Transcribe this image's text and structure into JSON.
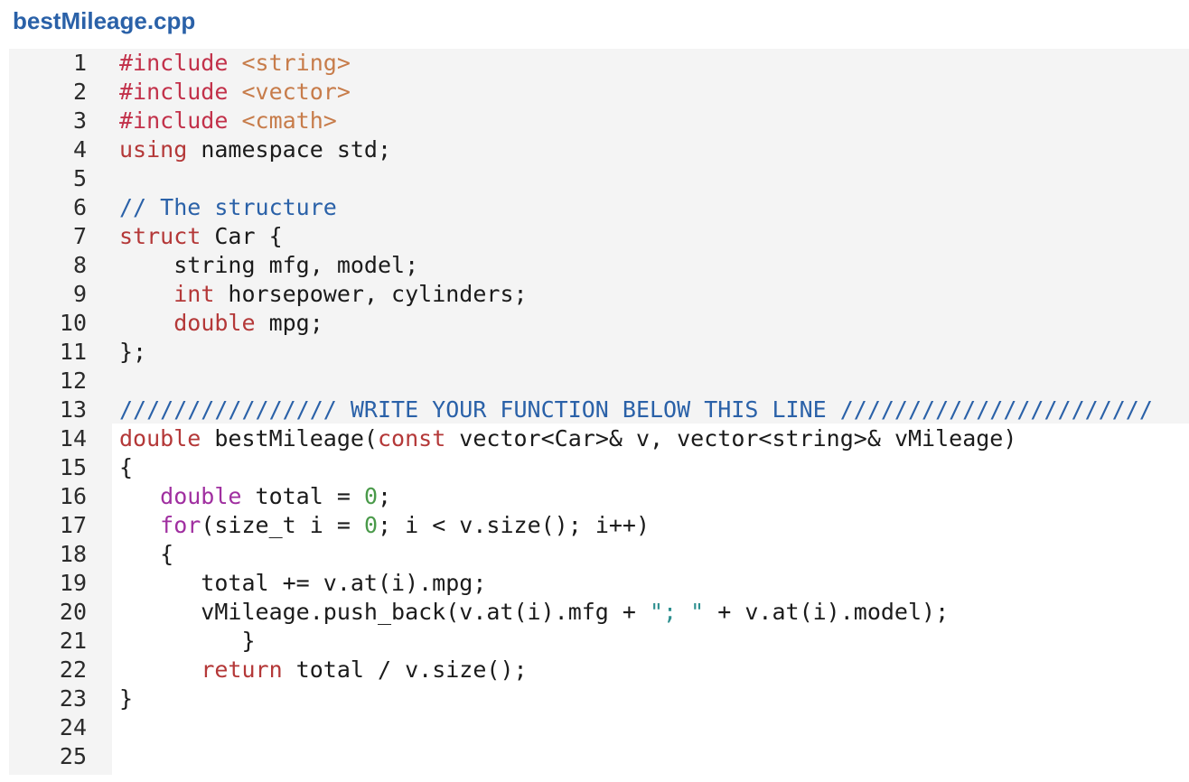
{
  "file": {
    "title": "bestMileage.cpp"
  },
  "editor": {
    "readonly_until_line": 13,
    "lines": [
      {
        "n": "1",
        "tokens": [
          {
            "t": "#include ",
            "c": "pre"
          },
          {
            "t": "<string>",
            "c": "inc"
          }
        ]
      },
      {
        "n": "2",
        "tokens": [
          {
            "t": "#include ",
            "c": "pre"
          },
          {
            "t": "<vector>",
            "c": "inc"
          }
        ]
      },
      {
        "n": "3",
        "tokens": [
          {
            "t": "#include ",
            "c": "pre"
          },
          {
            "t": "<cmath>",
            "c": "inc"
          }
        ]
      },
      {
        "n": "4",
        "tokens": [
          {
            "t": "using",
            "c": "kw"
          },
          {
            "t": " namespace std;",
            "c": ""
          }
        ]
      },
      {
        "n": "5",
        "tokens": []
      },
      {
        "n": "6",
        "tokens": [
          {
            "t": "// The structure",
            "c": "cmt"
          }
        ]
      },
      {
        "n": "7",
        "tokens": [
          {
            "t": "struct",
            "c": "kw"
          },
          {
            "t": " Car {",
            "c": ""
          }
        ]
      },
      {
        "n": "8",
        "tokens": [
          {
            "t": "    string mfg, model;",
            "c": ""
          }
        ]
      },
      {
        "n": "9",
        "tokens": [
          {
            "t": "    ",
            "c": ""
          },
          {
            "t": "int",
            "c": "kw"
          },
          {
            "t": " horsepower, cylinders;",
            "c": ""
          }
        ]
      },
      {
        "n": "10",
        "tokens": [
          {
            "t": "    ",
            "c": ""
          },
          {
            "t": "double",
            "c": "kw"
          },
          {
            "t": " mpg;",
            "c": ""
          }
        ]
      },
      {
        "n": "11",
        "tokens": [
          {
            "t": "};",
            "c": ""
          }
        ]
      },
      {
        "n": "12",
        "tokens": []
      },
      {
        "n": "13",
        "tokens": [
          {
            "t": "//////////////// WRITE YOUR FUNCTION BELOW THIS LINE ///////////////////////",
            "c": "cmt"
          }
        ]
      },
      {
        "n": "14",
        "tokens": [
          {
            "t": "double",
            "c": "kw"
          },
          {
            "t": " bestMileage(",
            "c": ""
          },
          {
            "t": "const",
            "c": "kw"
          },
          {
            "t": " vector<Car>& v, vector<string>& vMileage)",
            "c": ""
          }
        ]
      },
      {
        "n": "15",
        "tokens": [
          {
            "t": "{",
            "c": ""
          }
        ]
      },
      {
        "n": "16",
        "tokens": [
          {
            "t": "   ",
            "c": ""
          },
          {
            "t": "double",
            "c": "kw2"
          },
          {
            "t": " total = ",
            "c": ""
          },
          {
            "t": "0",
            "c": "num"
          },
          {
            "t": ";",
            "c": ""
          }
        ]
      },
      {
        "n": "17",
        "tokens": [
          {
            "t": "   ",
            "c": ""
          },
          {
            "t": "for",
            "c": "kw2"
          },
          {
            "t": "(size_t i = ",
            "c": ""
          },
          {
            "t": "0",
            "c": "num"
          },
          {
            "t": "; i < v.size(); i++)",
            "c": ""
          }
        ]
      },
      {
        "n": "18",
        "tokens": [
          {
            "t": "   {",
            "c": ""
          }
        ]
      },
      {
        "n": "19",
        "tokens": [
          {
            "t": "      total += v.at(i).mpg;",
            "c": ""
          }
        ]
      },
      {
        "n": "20",
        "tokens": [
          {
            "t": "      vMileage.push_back(v.at(i).mfg + ",
            "c": ""
          },
          {
            "t": "\"; \"",
            "c": "str"
          },
          {
            "t": " + v.at(i).model);",
            "c": ""
          }
        ]
      },
      {
        "n": "21",
        "tokens": [
          {
            "t": "         }",
            "c": ""
          }
        ]
      },
      {
        "n": "22",
        "tokens": [
          {
            "t": "      ",
            "c": ""
          },
          {
            "t": "return",
            "c": "kw"
          },
          {
            "t": " total / v.size();",
            "c": ""
          }
        ]
      },
      {
        "n": "23",
        "tokens": [
          {
            "t": "}",
            "c": ""
          }
        ]
      },
      {
        "n": "24",
        "tokens": []
      },
      {
        "n": "25",
        "tokens": []
      }
    ]
  }
}
